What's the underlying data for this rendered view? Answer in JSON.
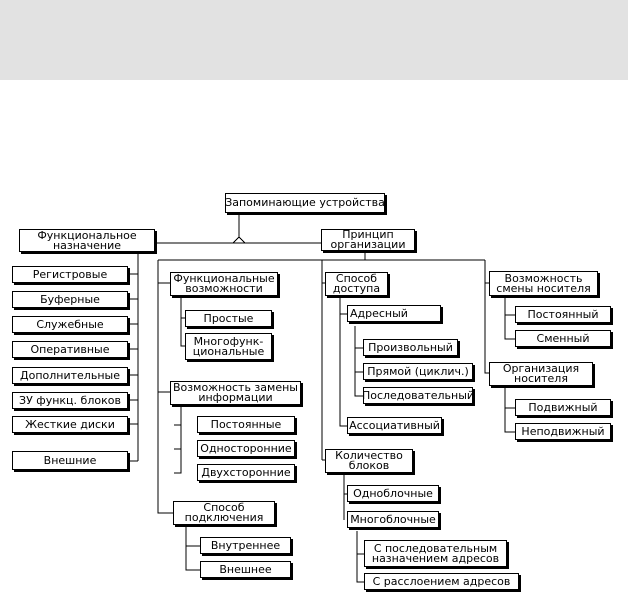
{
  "colors": {
    "top_band": "#e2e2e2",
    "line": "#000000",
    "box_fill": "#ffffff"
  },
  "root": "Запоминающие  устройства",
  "functional_purpose": {
    "title": "Функциональное назначение",
    "items": [
      "Регистровые",
      "Буферные",
      "Служебные",
      "Оперативные",
      "Дополнительные",
      "ЗУ функц. блоков",
      "Жесткие диски",
      "Внешние"
    ]
  },
  "organization_principle": {
    "title": "Принцип организации",
    "functional_capabilities": {
      "title": "Функциональные возможности",
      "items": [
        "Простые",
        "Многофунк-циональные"
      ]
    },
    "info_replacement": {
      "title": "Возможность замены информации",
      "items": [
        "Постоянные",
        "Односторонние",
        "Двухсторонние"
      ]
    },
    "connection_method": {
      "title": "Способ подключения",
      "items": [
        "Внутреннее",
        "Внешнее"
      ]
    },
    "access_method": {
      "title": "Способ доступа",
      "address": {
        "title": "Адресный",
        "items": [
          "Произвольный",
          "Прямой (циклич.)",
          "Последовательный"
        ]
      },
      "associative": "Ассоциативный"
    },
    "block_count": {
      "title": "Количество блоков",
      "single": "Одноблочные",
      "multi": {
        "title": "Многоблочные",
        "items": [
          "С последовательным назначением адресов",
          "С расслоением адресов"
        ]
      }
    },
    "carrier_change": {
      "title": "Возможность смены носителя",
      "items": [
        "Постоянный",
        "Сменный"
      ]
    },
    "carrier_organization": {
      "title": "Организация носителя",
      "items": [
        "Подвижный",
        "Неподвижный"
      ]
    }
  }
}
